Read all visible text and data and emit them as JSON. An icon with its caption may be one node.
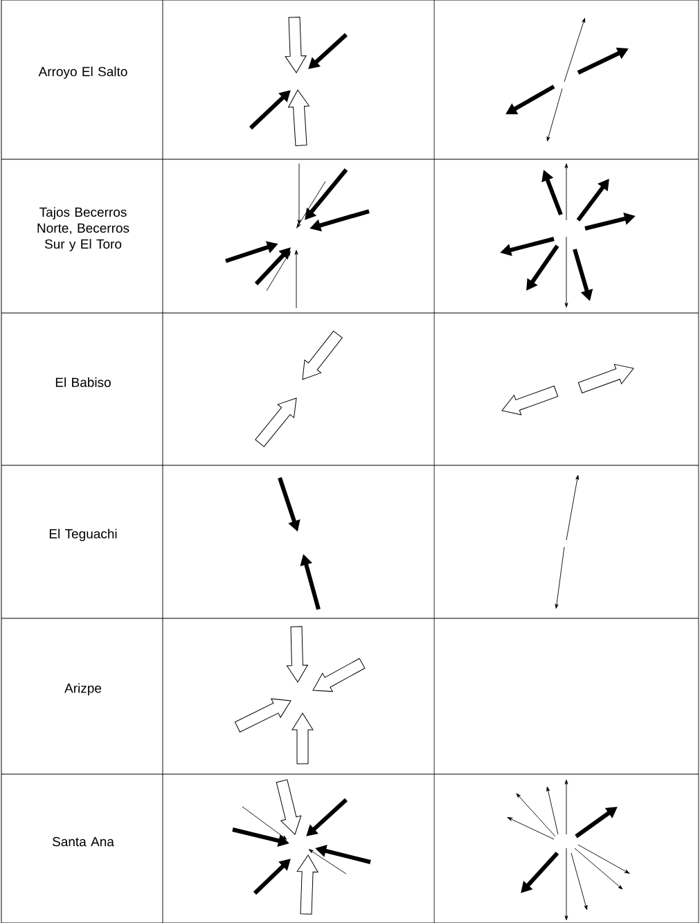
{
  "diagram": {
    "labels": [
      "Arroyo El Salto",
      "Tajos Becerros Norte, Becerros Sur y El Toro",
      "El Babiso",
      "El Teguachi",
      "Arizpe",
      "Santa Ana"
    ]
  }
}
